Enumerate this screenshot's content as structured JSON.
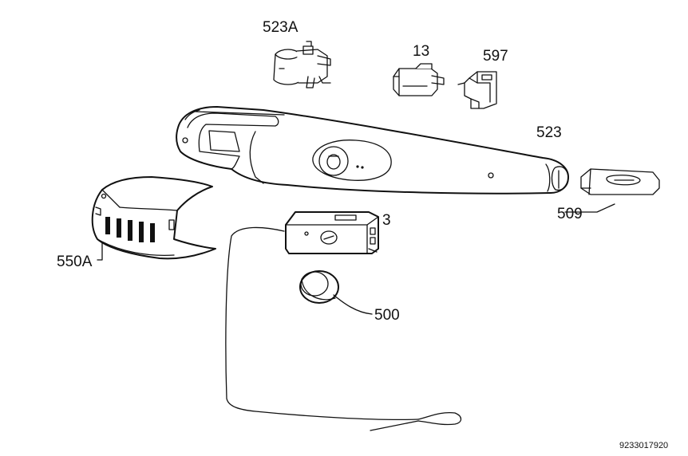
{
  "diagram": {
    "labels": {
      "part_523A": "523A",
      "part_13": "13",
      "part_597": "597",
      "part_523": "523",
      "part_509": "509",
      "part_3": "3",
      "part_550A": "550A",
      "part_500": "500"
    },
    "drawing_code": "9233017920"
  }
}
